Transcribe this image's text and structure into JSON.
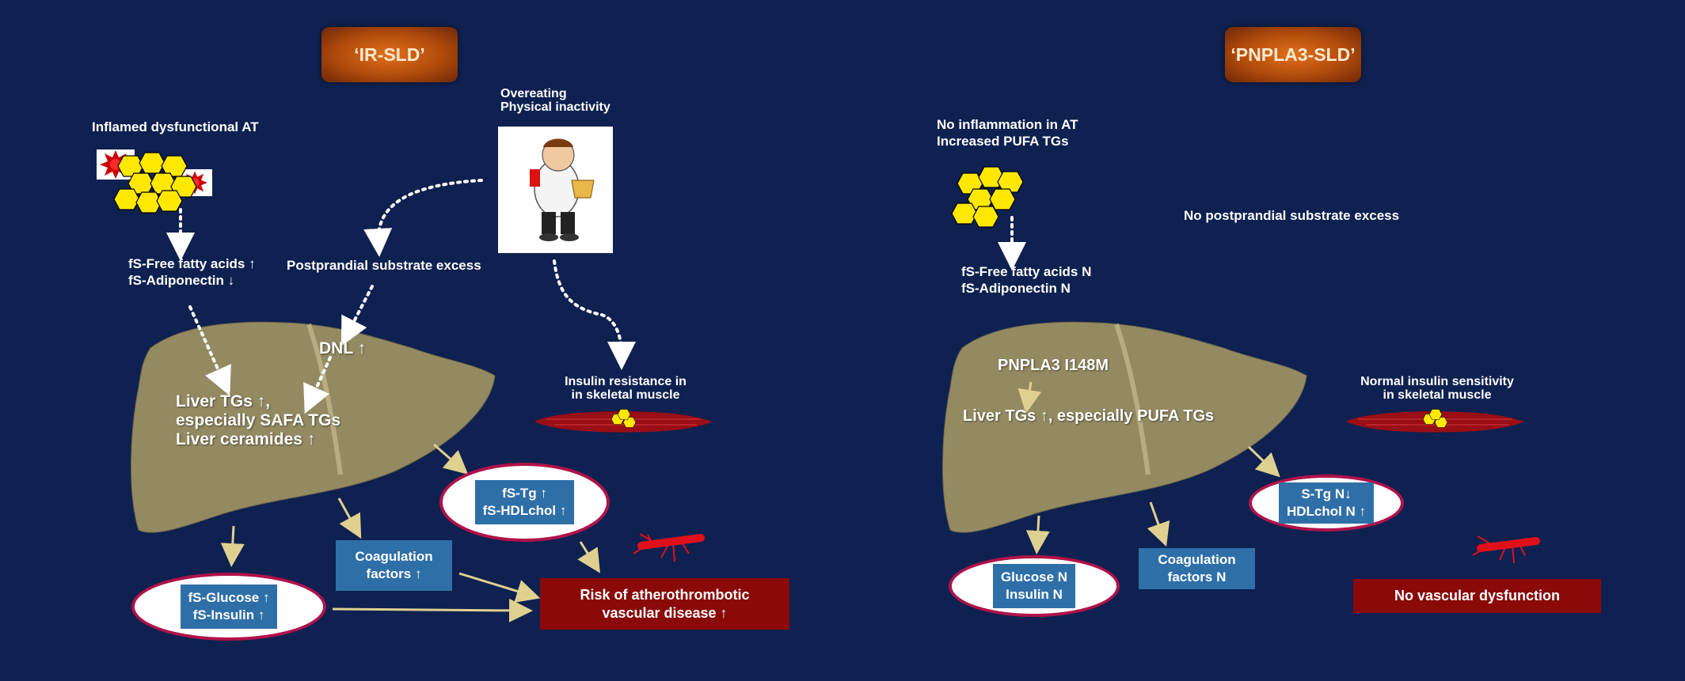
{
  "colors": {
    "background": "#0e2150",
    "liver": "#948a62",
    "ellipse_border": "#b0124a",
    "blue_box": "#2f6fa8",
    "red_box": "#8a0a0a",
    "arrow": "#e0d090",
    "title_gradient": "#d9620f"
  },
  "left": {
    "title": "‘IR-SLD’",
    "inflamed_at": "Inflamed dysfunctional AT",
    "lifestyle": [
      "Overeating",
      "Physical inactivity"
    ],
    "ffa": [
      "fS-Free fatty acids ↑",
      "fS-Adiponectin ↓"
    ],
    "postprandial": "Postprandial substrate excess",
    "dnl": "DNL ↑",
    "liver": [
      "Liver  TGs ↑,",
      "especially SAFA TGs",
      "Liver ceramides ↑"
    ],
    "muscle": [
      "Insulin resistance in",
      "in skeletal muscle"
    ],
    "lipids": [
      "fS-Tg ↑",
      "fS-HDLchol ↑"
    ],
    "coagulation": [
      "Coagulation",
      "factors ↑"
    ],
    "glucose": [
      "fS-Glucose ↑",
      "fS-Insulin ↑"
    ],
    "risk": [
      "Risk of atherothrombotic",
      "vascular disease ↑"
    ]
  },
  "right": {
    "title": "‘PNPLA3-SLD’",
    "no_inflammation": [
      "No inflammation in AT",
      "Increased PUFA TGs"
    ],
    "no_postprandial": "No postprandial substrate excess",
    "ffa": [
      "fS-Free fatty acids N",
      "fS-Adiponectin N"
    ],
    "pnpla3": "PNPLA3 I148M",
    "liver": "Liver  TGs ↑, especially PUFA TGs",
    "muscle": [
      "Normal insulin sensitivity",
      "in skeletal muscle"
    ],
    "lipids": [
      "S-Tg N↓",
      "HDLchol N ↑"
    ],
    "coagulation": [
      "Coagulation",
      "factors N"
    ],
    "glucose": [
      "Glucose N",
      "Insulin N"
    ],
    "vascular": "No vascular dysfunction"
  },
  "icons": [
    "fat-cell-cluster-icon",
    "inflammation-burst-icon",
    "overeating-man-icon",
    "muscle-fiber-icon",
    "blood-vessel-icon",
    "liver-shape"
  ]
}
